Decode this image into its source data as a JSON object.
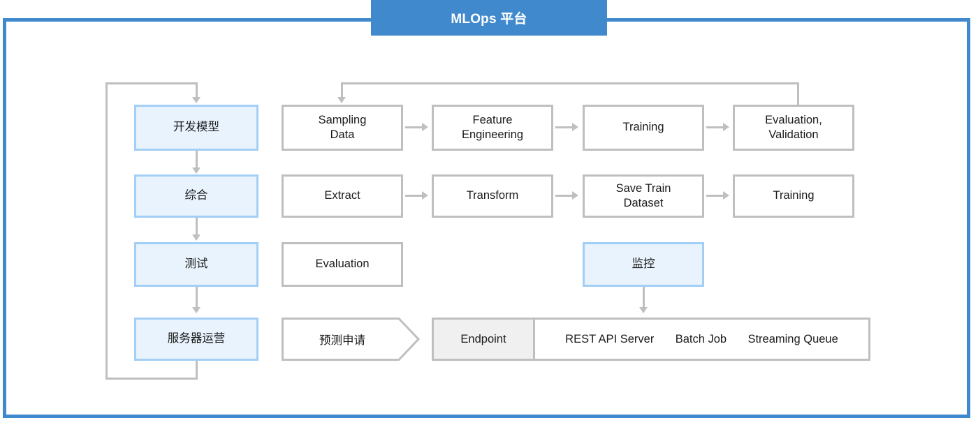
{
  "header": {
    "title": "MLOps 平台",
    "accent_color": "#4189cd"
  },
  "colors": {
    "frame_blue": "#4189cd",
    "box_blue_border": "#a3cff7",
    "box_blue_fill": "#e9f3fd",
    "box_gray_border": "#bfbfbf",
    "box_gray_fill": "#f0f0f0",
    "connector_gray": "#bfbfbf",
    "text": "#1b1b1b"
  },
  "lifecycle": {
    "name": "lifecycle-column",
    "steps": [
      {
        "label": "开发模型"
      },
      {
        "label": "综合"
      },
      {
        "label": "测试"
      },
      {
        "label": "服务器运营"
      }
    ]
  },
  "pipelines": {
    "modeling": {
      "name": "modeling-pipeline",
      "steps": [
        {
          "label": "Sampling\nData"
        },
        {
          "label": "Feature\nEngineering"
        },
        {
          "label": "Training"
        },
        {
          "label": "Evaluation,\nValidation"
        }
      ]
    },
    "integration": {
      "name": "integration-pipeline",
      "steps": [
        {
          "label": "Extract"
        },
        {
          "label": "Transform"
        },
        {
          "label": "Save Train\nDataset"
        },
        {
          "label": "Training"
        }
      ]
    },
    "testing": {
      "name": "testing-row",
      "evaluation": "Evaluation",
      "monitoring": "监控"
    },
    "serving": {
      "name": "serving-row",
      "request": "预测申请",
      "endpoint": "Endpoint",
      "channels": [
        "REST API Server",
        "Batch Job",
        "Streaming Queue"
      ]
    }
  }
}
